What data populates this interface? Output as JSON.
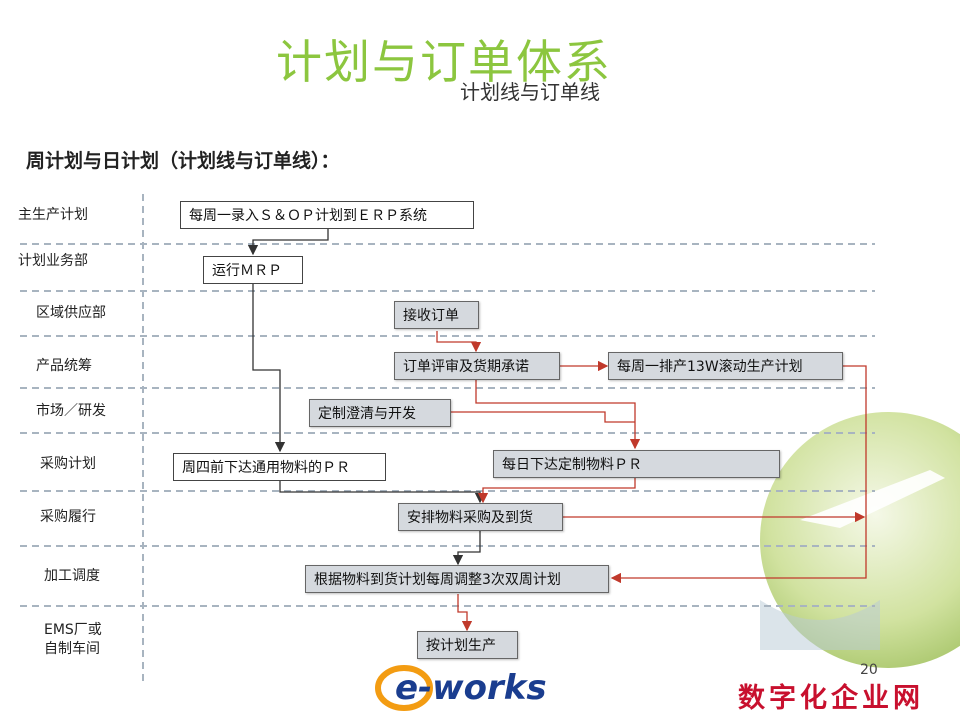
{
  "title": "计划与订单体系",
  "subtitle": "计划线与订单线",
  "heading": "周计划与日计划（计划线与订单线）：",
  "lanes": [
    "主生产计划",
    "计划业务部",
    "区域供应部",
    "产品统筹",
    "市场／研发",
    "采购计划",
    "采购履行",
    "加工调度",
    "EMS厂或",
    "自制车间"
  ],
  "boxes": {
    "b1": "每周一录入Ｓ＆ＯＰ计划到ＥＲＰ系统",
    "b2": "运行ＭＲＰ",
    "b3": "接收订单",
    "b4": "订单评审及货期承诺",
    "b5": "每周一排产13W滚动生产计划",
    "b6": "定制澄清与开发",
    "b7": "周四前下达通用物料的ＰＲ",
    "b8": "每日下达定制物料ＰＲ",
    "b9": "安排物料采购及到货",
    "b10": "根据物料到货计划每周调整3次双周计划",
    "b11": "按计划生产"
  },
  "page_number": "20",
  "logo": "e-works",
  "brand": "数字化企业网",
  "colors": {
    "title": "#8cc63f",
    "arrow_black": "#333333",
    "arrow_red": "#c0392b",
    "divider": "#a8b4c0"
  }
}
